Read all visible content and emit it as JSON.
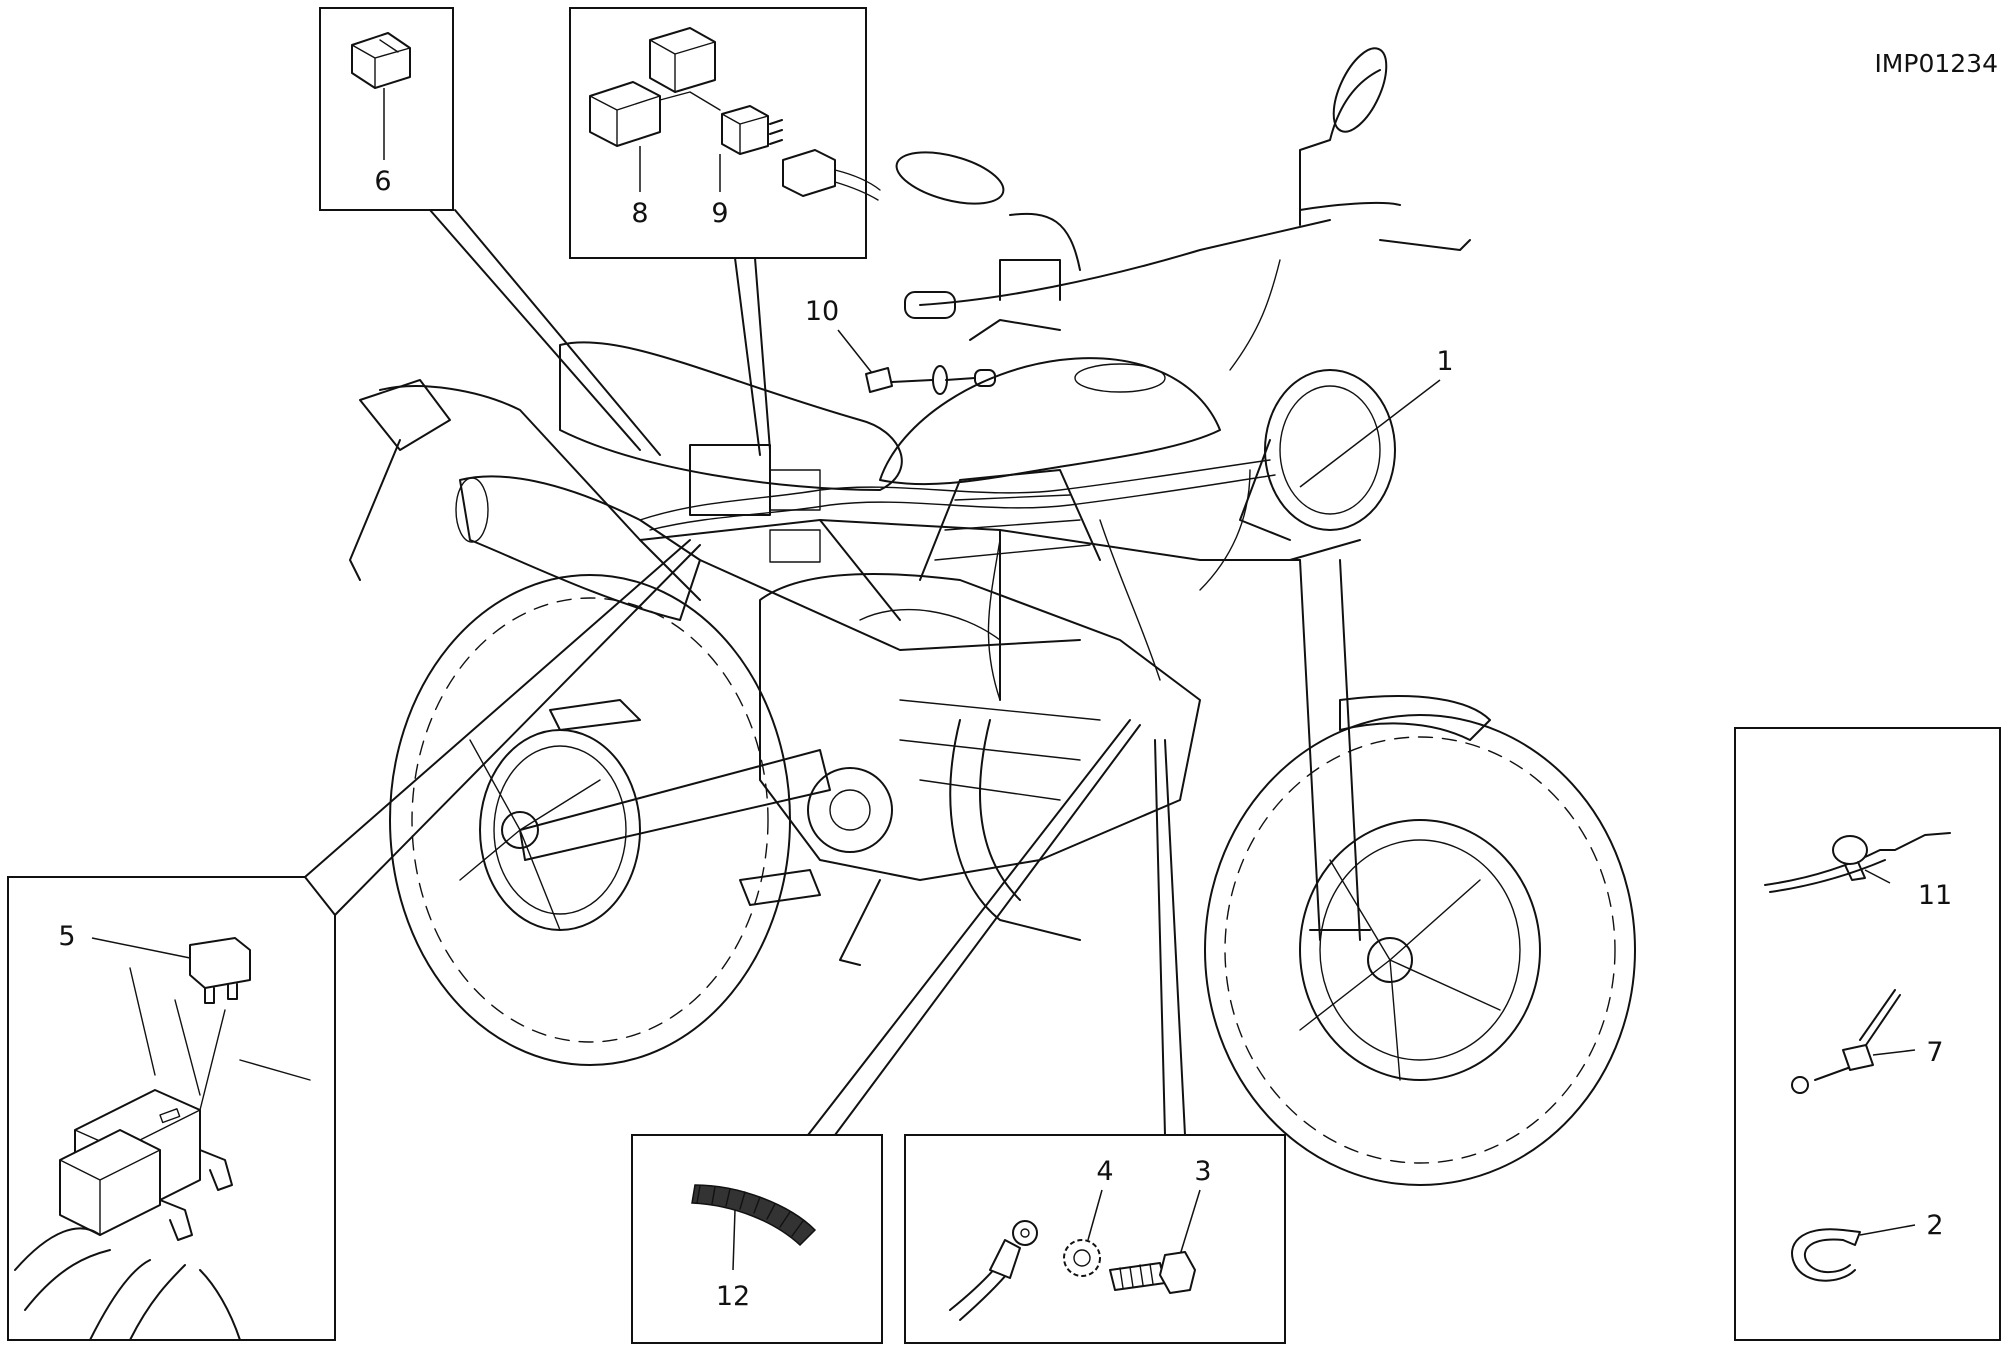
{
  "drawing_code": "IMP01234",
  "callouts": {
    "c1": "1",
    "c2": "2",
    "c3": "3",
    "c4": "4",
    "c5": "5",
    "c6": "6",
    "c7": "7",
    "c8": "8",
    "c9": "9",
    "c10": "10",
    "c11": "11",
    "c12": "12"
  }
}
